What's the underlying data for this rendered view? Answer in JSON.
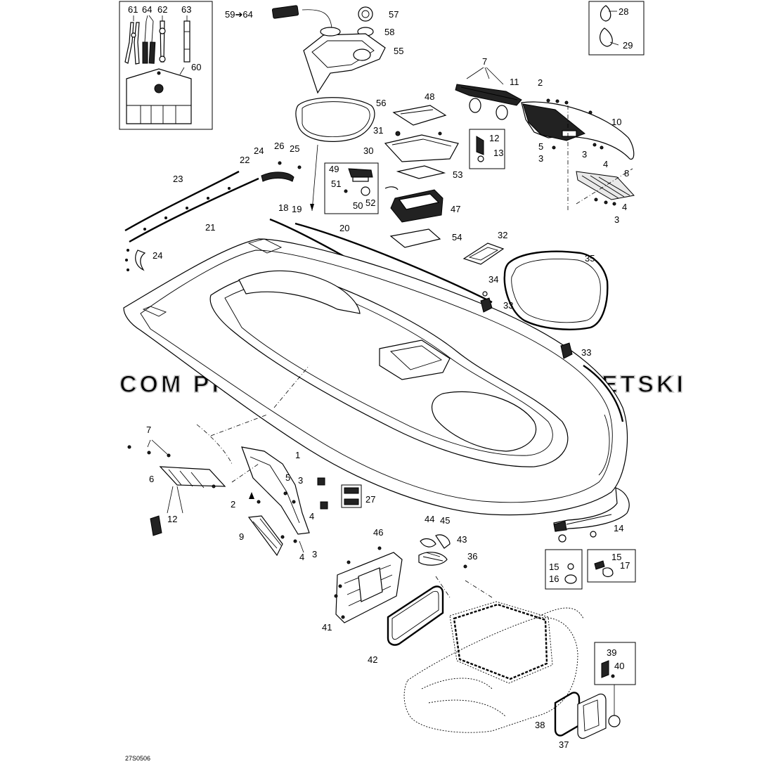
{
  "figure_code": "27S0506",
  "watermark": "COM  PROMOJETSKI.COM  PROMOJETSKI",
  "callouts": [
    {
      "id": "c61a",
      "text": "61"
    },
    {
      "id": "c64a",
      "text": "64"
    },
    {
      "id": "c62",
      "text": "62"
    },
    {
      "id": "c63",
      "text": "63"
    },
    {
      "id": "c60",
      "text": "60"
    },
    {
      "id": "c59",
      "text": "59➔64"
    },
    {
      "id": "c57",
      "text": "57"
    },
    {
      "id": "c58",
      "text": "58"
    },
    {
      "id": "c55",
      "text": "55"
    },
    {
      "id": "c56",
      "text": "56"
    },
    {
      "id": "c28",
      "text": "28"
    },
    {
      "id": "c29",
      "text": "29"
    },
    {
      "id": "c7a",
      "text": "7"
    },
    {
      "id": "c11",
      "text": "11"
    },
    {
      "id": "c2a",
      "text": "2"
    },
    {
      "id": "c10",
      "text": "10"
    },
    {
      "id": "c48",
      "text": "48"
    },
    {
      "id": "c31",
      "text": "31"
    },
    {
      "id": "c30",
      "text": "30"
    },
    {
      "id": "c12a",
      "text": "12"
    },
    {
      "id": "c13",
      "text": "13"
    },
    {
      "id": "c5a",
      "text": "5"
    },
    {
      "id": "c3a",
      "text": "3"
    },
    {
      "id": "c3b",
      "text": "3"
    },
    {
      "id": "c4a",
      "text": "4"
    },
    {
      "id": "c8",
      "text": "8"
    },
    {
      "id": "c4b",
      "text": "4"
    },
    {
      "id": "c3c",
      "text": "3"
    },
    {
      "id": "c24a",
      "text": "24"
    },
    {
      "id": "c26",
      "text": "26"
    },
    {
      "id": "c25",
      "text": "25"
    },
    {
      "id": "c22",
      "text": "22"
    },
    {
      "id": "c23",
      "text": "23"
    },
    {
      "id": "c21",
      "text": "21"
    },
    {
      "id": "c49",
      "text": "49"
    },
    {
      "id": "c51",
      "text": "51"
    },
    {
      "id": "c50",
      "text": "50"
    },
    {
      "id": "c52",
      "text": "52"
    },
    {
      "id": "c53",
      "text": "53"
    },
    {
      "id": "c47",
      "text": "47"
    },
    {
      "id": "c18",
      "text": "18"
    },
    {
      "id": "c19",
      "text": "19"
    },
    {
      "id": "c20",
      "text": "20"
    },
    {
      "id": "c54",
      "text": "54"
    },
    {
      "id": "c32",
      "text": "32"
    },
    {
      "id": "c24b",
      "text": "24"
    },
    {
      "id": "c35",
      "text": "35"
    },
    {
      "id": "c34",
      "text": "34"
    },
    {
      "id": "c33a",
      "text": "33"
    },
    {
      "id": "c33b",
      "text": "33"
    },
    {
      "id": "c7b",
      "text": "7"
    },
    {
      "id": "c1",
      "text": "1"
    },
    {
      "id": "c6",
      "text": "6"
    },
    {
      "id": "c5b",
      "text": "5"
    },
    {
      "id": "c3d",
      "text": "3"
    },
    {
      "id": "c2b",
      "text": "2"
    },
    {
      "id": "c4c",
      "text": "4"
    },
    {
      "id": "c27",
      "text": "27"
    },
    {
      "id": "c12b",
      "text": "12"
    },
    {
      "id": "c9",
      "text": "9"
    },
    {
      "id": "c4d",
      "text": "4"
    },
    {
      "id": "c3e",
      "text": "3"
    },
    {
      "id": "c14",
      "text": "14"
    },
    {
      "id": "c46",
      "text": "46"
    },
    {
      "id": "c44",
      "text": "44"
    },
    {
      "id": "c45",
      "text": "45"
    },
    {
      "id": "c43",
      "text": "43"
    },
    {
      "id": "c36",
      "text": "36"
    },
    {
      "id": "c15a",
      "text": "15"
    },
    {
      "id": "c16",
      "text": "16"
    },
    {
      "id": "c15b",
      "text": "15"
    },
    {
      "id": "c17",
      "text": "17"
    },
    {
      "id": "c41",
      "text": "41"
    },
    {
      "id": "c42",
      "text": "42"
    },
    {
      "id": "c39",
      "text": "39"
    },
    {
      "id": "c40",
      "text": "40"
    },
    {
      "id": "c38",
      "text": "38"
    },
    {
      "id": "c37",
      "text": "37"
    }
  ]
}
